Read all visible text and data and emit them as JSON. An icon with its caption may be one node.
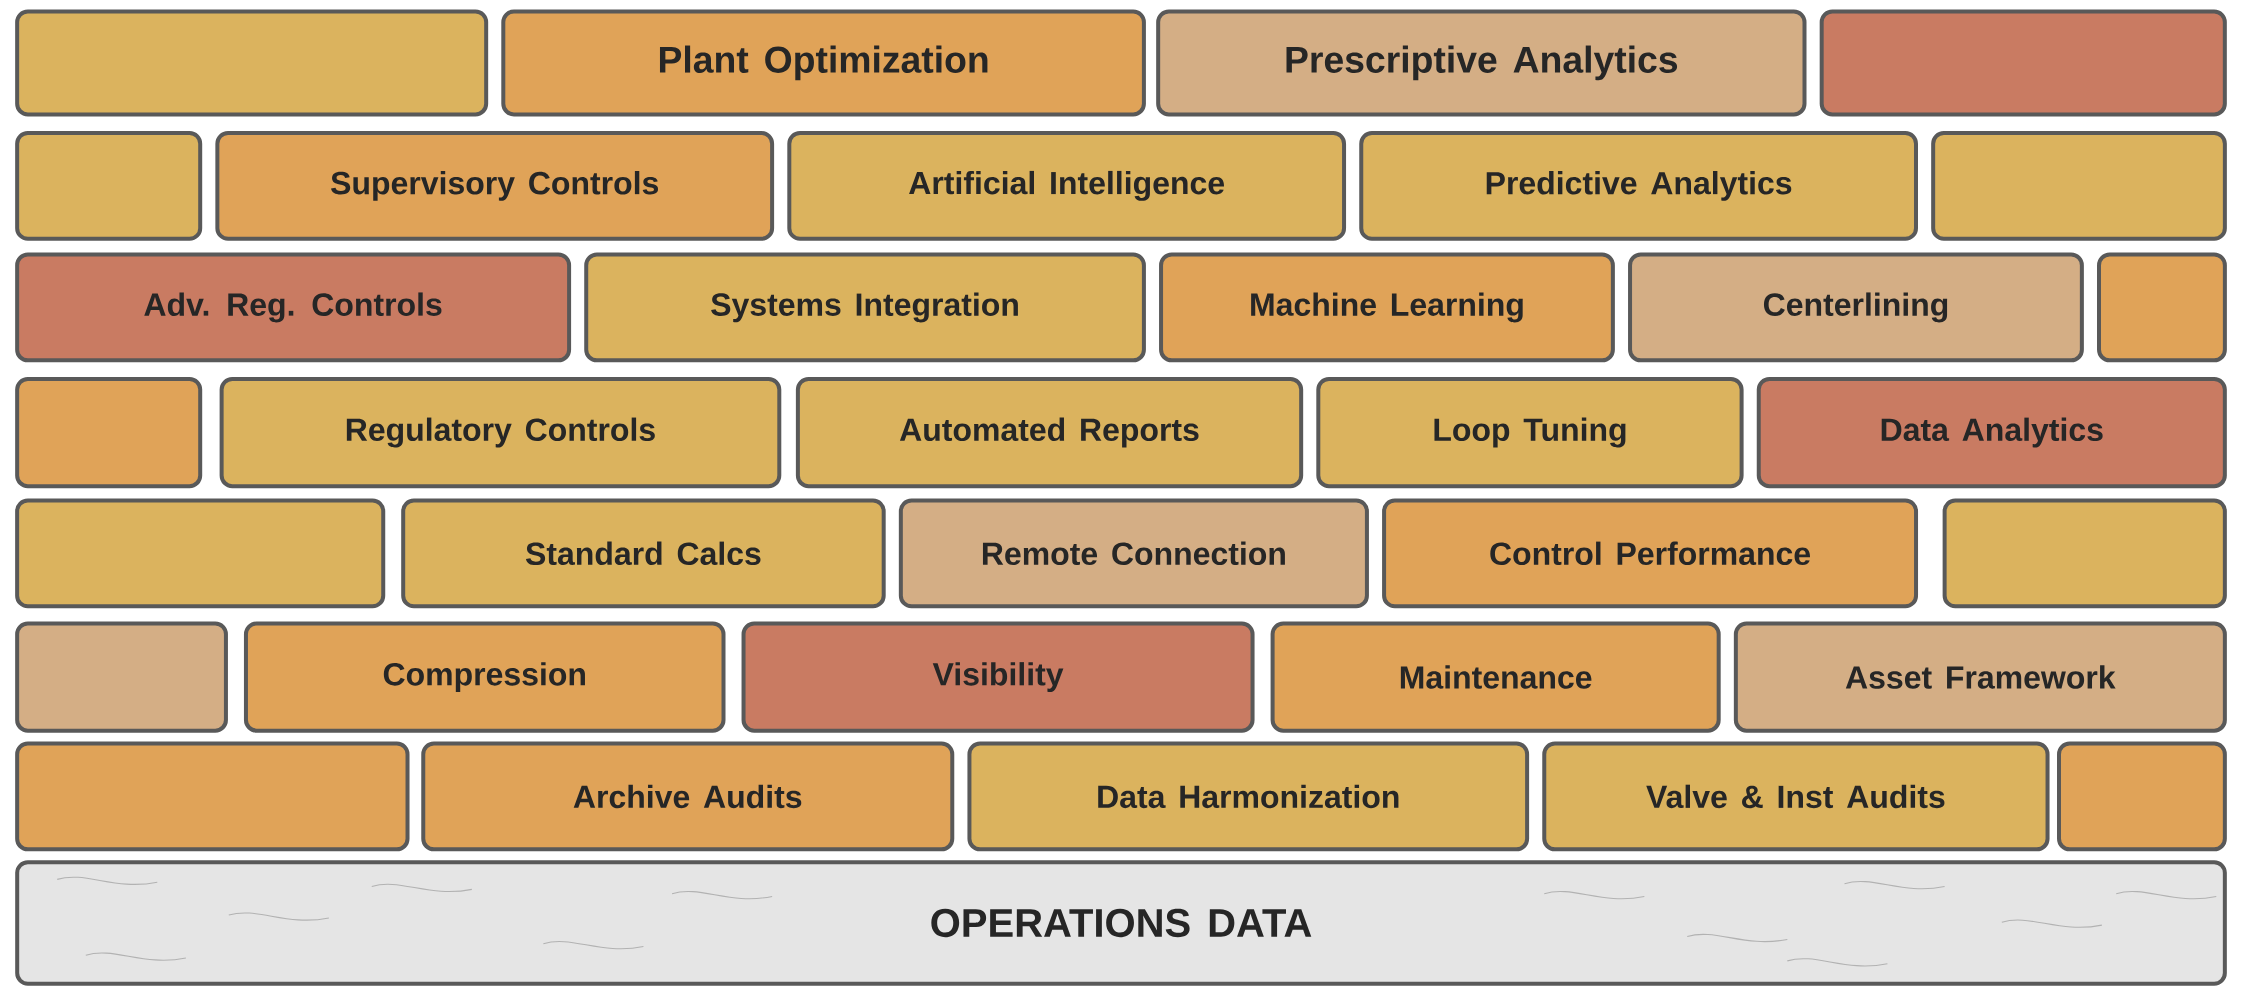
{
  "diagram": {
    "nodes": [
      {
        "text": [],
        "shape": "box"
      },
      {
        "text": [
          "Plant Optimization"
        ]
      },
      {
        "text": [
          "Prescriptive Analytics"
        ]
      },
      {
        "text": [],
        "shape": "box"
      },
      {
        "text": [],
        "shape": "box"
      },
      {
        "text": [
          "Supervisory Controls"
        ]
      },
      {
        "text": [
          "Artificial Intelligence"
        ]
      },
      {
        "text": [
          "Predictive Analytics"
        ]
      },
      {
        "text": [],
        "shape": "box"
      },
      {
        "text": [
          "Adv. Reg. Controls"
        ]
      },
      {
        "text": [
          "Systems Integration"
        ]
      },
      {
        "text": [
          "Machine Learning"
        ]
      },
      {
        "text": [
          "Centerlining"
        ]
      },
      {
        "text": [],
        "shape": "box"
      },
      {
        "text": [],
        "shape": "box"
      },
      {
        "text": [
          "Regulatory Controls"
        ]
      },
      {
        "text": [
          "Automated Reports"
        ]
      },
      {
        "text": [
          "Loop Tuning"
        ]
      },
      {
        "text": [
          "Data Analytics"
        ]
      },
      {
        "text": [],
        "shape": "box"
      },
      {
        "text": [
          "Standard Calcs"
        ]
      },
      {
        "text": [
          "Remote Connection"
        ]
      },
      {
        "text": [
          "Control Performance"
        ]
      },
      {
        "text": [],
        "shape": "box"
      },
      {
        "text": [],
        "shape": "box"
      },
      {
        "text": [
          "Compression"
        ]
      },
      {
        "text": [
          "Visibility"
        ]
      },
      {
        "text": [
          "Maintenance"
        ]
      },
      {
        "text": [
          "Asset Framework"
        ]
      },
      {
        "text": [],
        "shape": "box"
      },
      {
        "text": [
          "Archive Audits"
        ]
      },
      {
        "text": [
          "Data Harmonization"
        ]
      },
      {
        "text": [
          "Valve & Inst Audits"
        ]
      },
      {
        "text": [],
        "shape": "box"
      },
      {
        "text": [
          "OPERATIONS DATA"
        ]
      }
    ]
  }
}
